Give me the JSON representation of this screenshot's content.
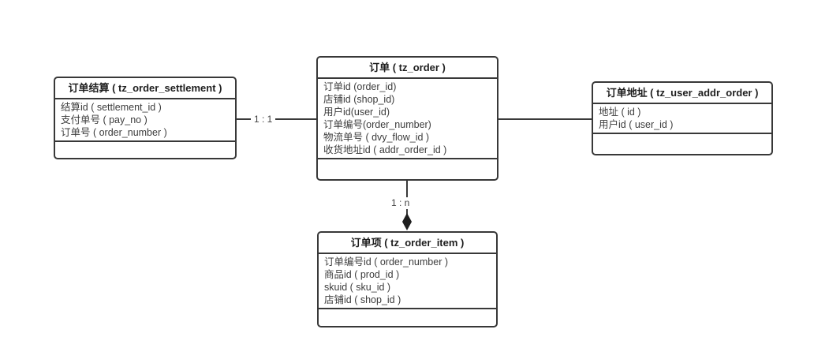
{
  "diagram": {
    "background_color": "#ffffff",
    "line_color": "#3a3a3a",
    "text_color": "#3c3c3c",
    "entities": [
      {
        "title": "订单结算 ( tz_order_settlement )",
        "fields": [
          "结算id ( settlement_id )",
          "支付单号 ( pay_no )",
          "订单号 ( order_number )"
        ]
      },
      {
        "title": "订单 ( tz_order )",
        "fields": [
          "订单id (order_id)",
          "店铺id (shop_id)",
          "用户id(user_id)",
          "订单编号(order_number)",
          "物流单号 ( dvy_flow_id )",
          "收货地址id ( addr_order_id )"
        ]
      },
      {
        "title": "订单地址 ( tz_user_addr_order )",
        "fields": [
          "地址 ( id )",
          "用户id ( user_id )"
        ]
      },
      {
        "title": "订单项 ( tz_order_item )",
        "fields": [
          "订单编号id ( order_number )",
          "商品id ( prod_id )",
          "skuid ( sku_id )",
          "店铺id ( shop_id )"
        ]
      }
    ],
    "relations": [
      {
        "from": "订单结算",
        "to": "订单",
        "label": "1 : 1"
      },
      {
        "from": "订单",
        "to": "订单地址",
        "label": ""
      },
      {
        "from": "订单",
        "to": "订单项",
        "label": "1 : n",
        "arrow": "filled-diamond"
      }
    ]
  }
}
